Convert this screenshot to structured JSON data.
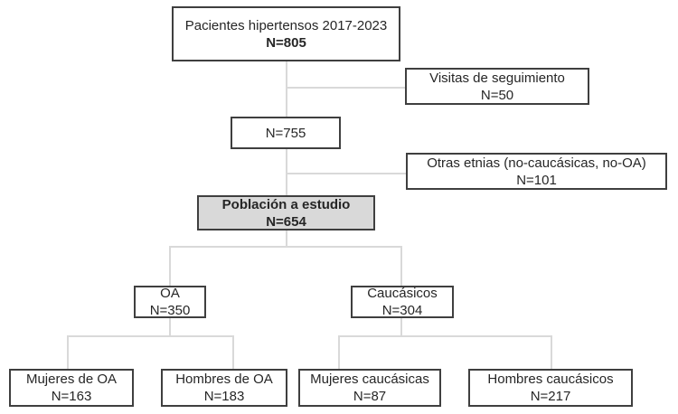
{
  "boxes": {
    "pacientes": {
      "label": "Pacientes hipertensos 2017-2023",
      "count": "N=805"
    },
    "visitas": {
      "label": "Visitas de seguimiento",
      "count": "N=50"
    },
    "n755": {
      "count": "N=755"
    },
    "otras_etnias": {
      "label": "Otras etnias (no-caucásicas, no-OA)",
      "count": "N=101"
    },
    "poblacion": {
      "label": "Población a estudio",
      "count": "N=654"
    },
    "oa": {
      "label": "OA",
      "count": "N=350"
    },
    "caucasicos": {
      "label": "Caucásicos",
      "count": "N=304"
    },
    "mujeres_oa": {
      "label": "Mujeres de OA",
      "count": "N=163"
    },
    "hombres_oa": {
      "label": "Hombres de OA",
      "count": "N=183"
    },
    "mujeres_caucasicas": {
      "label": "Mujeres caucásicas",
      "count": "N=87"
    },
    "hombres_caucasicos": {
      "label": "Hombres caucásicos",
      "count": "N=217"
    }
  },
  "colors": {
    "box_border": "#3f3f3f",
    "box_fill": "#ffffff",
    "highlight_fill": "#d9d9d9",
    "connector": "#d9d9d9",
    "text": "#262626",
    "background": "#ffffff"
  }
}
